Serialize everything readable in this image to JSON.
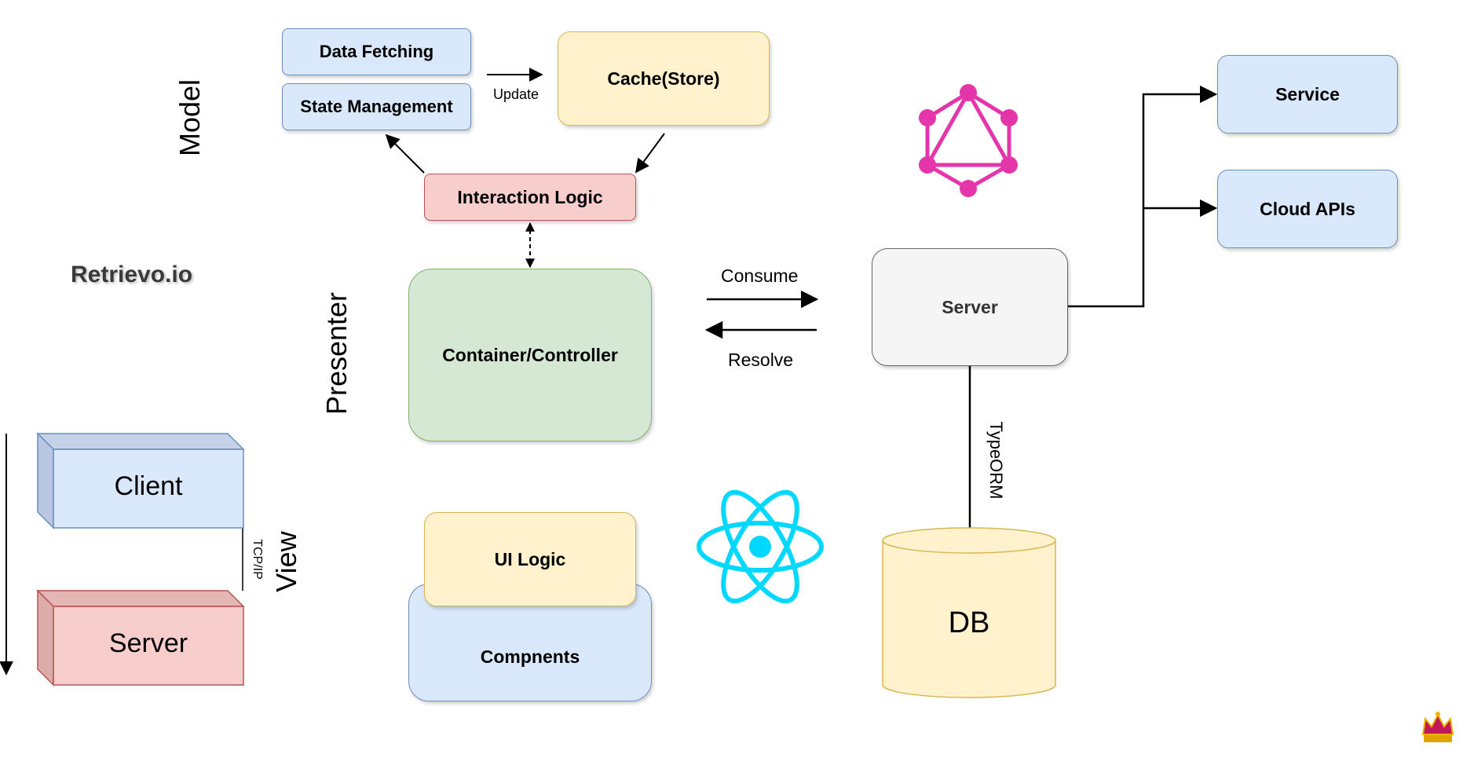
{
  "layers": {
    "model": "Model",
    "presenter": "Presenter",
    "view": "View"
  },
  "brand": "Retrievo.io",
  "model": {
    "data_fetching": "Data Fetching",
    "state_management": "State Management",
    "cache": "Cache(Store)",
    "update_label": "Update"
  },
  "presenter": {
    "interaction_logic": "Interaction Logic",
    "container": "Container/Controller",
    "consume": "Consume",
    "resolve": "Resolve"
  },
  "view": {
    "ui_logic": "UI Logic",
    "components": "Compnents",
    "client": "Client",
    "server": "Server",
    "tcpip": "TCP/IP"
  },
  "backend": {
    "server": "Server",
    "service": "Service",
    "cloud_apis": "Cloud APIs",
    "db": "DB",
    "typeorm": "TypeORM"
  },
  "colors": {
    "graphql": "#e535ab",
    "react": "#00d8ff"
  },
  "icons": [
    "graphql-icon",
    "react-icon",
    "crown-icon"
  ]
}
